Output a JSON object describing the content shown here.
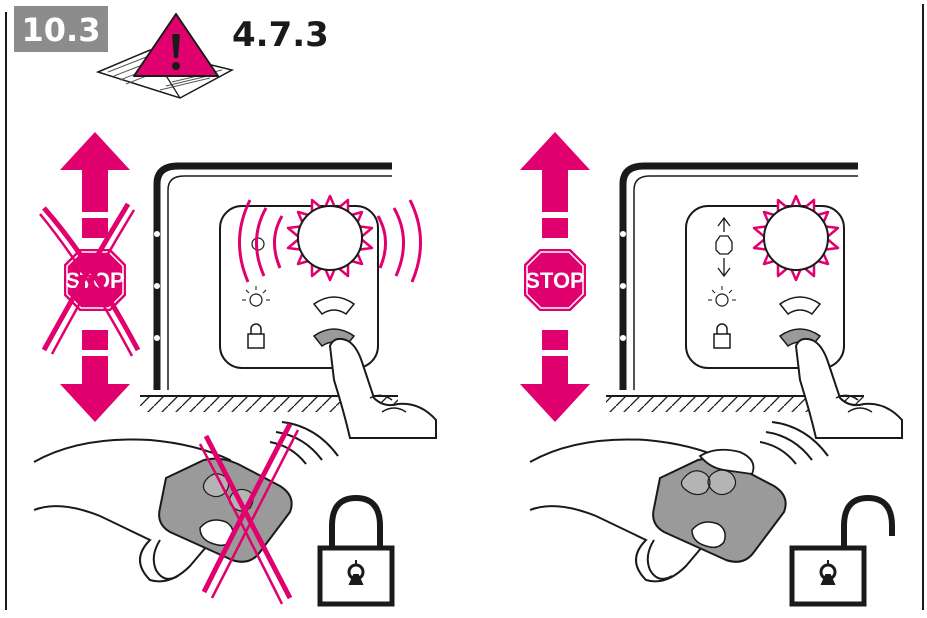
{
  "header": {
    "step_number": "10.3",
    "reference": "4.7.3"
  },
  "panels": [
    {
      "id": "left",
      "stop_sign_text": "STOP",
      "stop_crossed": true,
      "remote_crossed": true,
      "padlock_state": "locked",
      "indicator_icons": [
        "arrows-stop-icon",
        "light-bulb-icon",
        "lock-icon"
      ]
    },
    {
      "id": "right",
      "stop_sign_text": "STOP",
      "stop_crossed": false,
      "remote_crossed": false,
      "padlock_state": "unlocked",
      "indicator_icons": [
        "arrows-stop-icon",
        "light-bulb-icon",
        "lock-icon"
      ]
    }
  ],
  "colors": {
    "accent": "#e0006e",
    "badge_bg": "#8c8c8c",
    "badge_text": "#ffffff",
    "line": "#1a1a1a",
    "remote_body": "#9a9a9a"
  }
}
